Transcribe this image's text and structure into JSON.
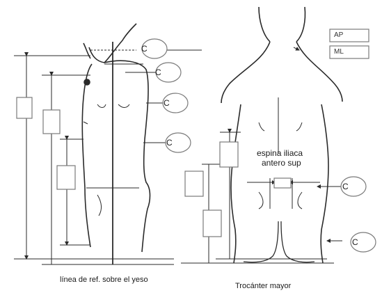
{
  "labels": {
    "circle_marker": "C",
    "ap": "AP",
    "ml": "ML",
    "espina_line1": "espina iliaca",
    "espina_line2": "antero sup",
    "linea_ref": "línea de ref. sobre el yeso",
    "trocanter": "Trocánter mayor"
  },
  "colors": {
    "line": "#2a2a2a",
    "light_line": "#9a9a9a",
    "box_stroke": "#7a7a7a",
    "background": "#ffffff"
  }
}
